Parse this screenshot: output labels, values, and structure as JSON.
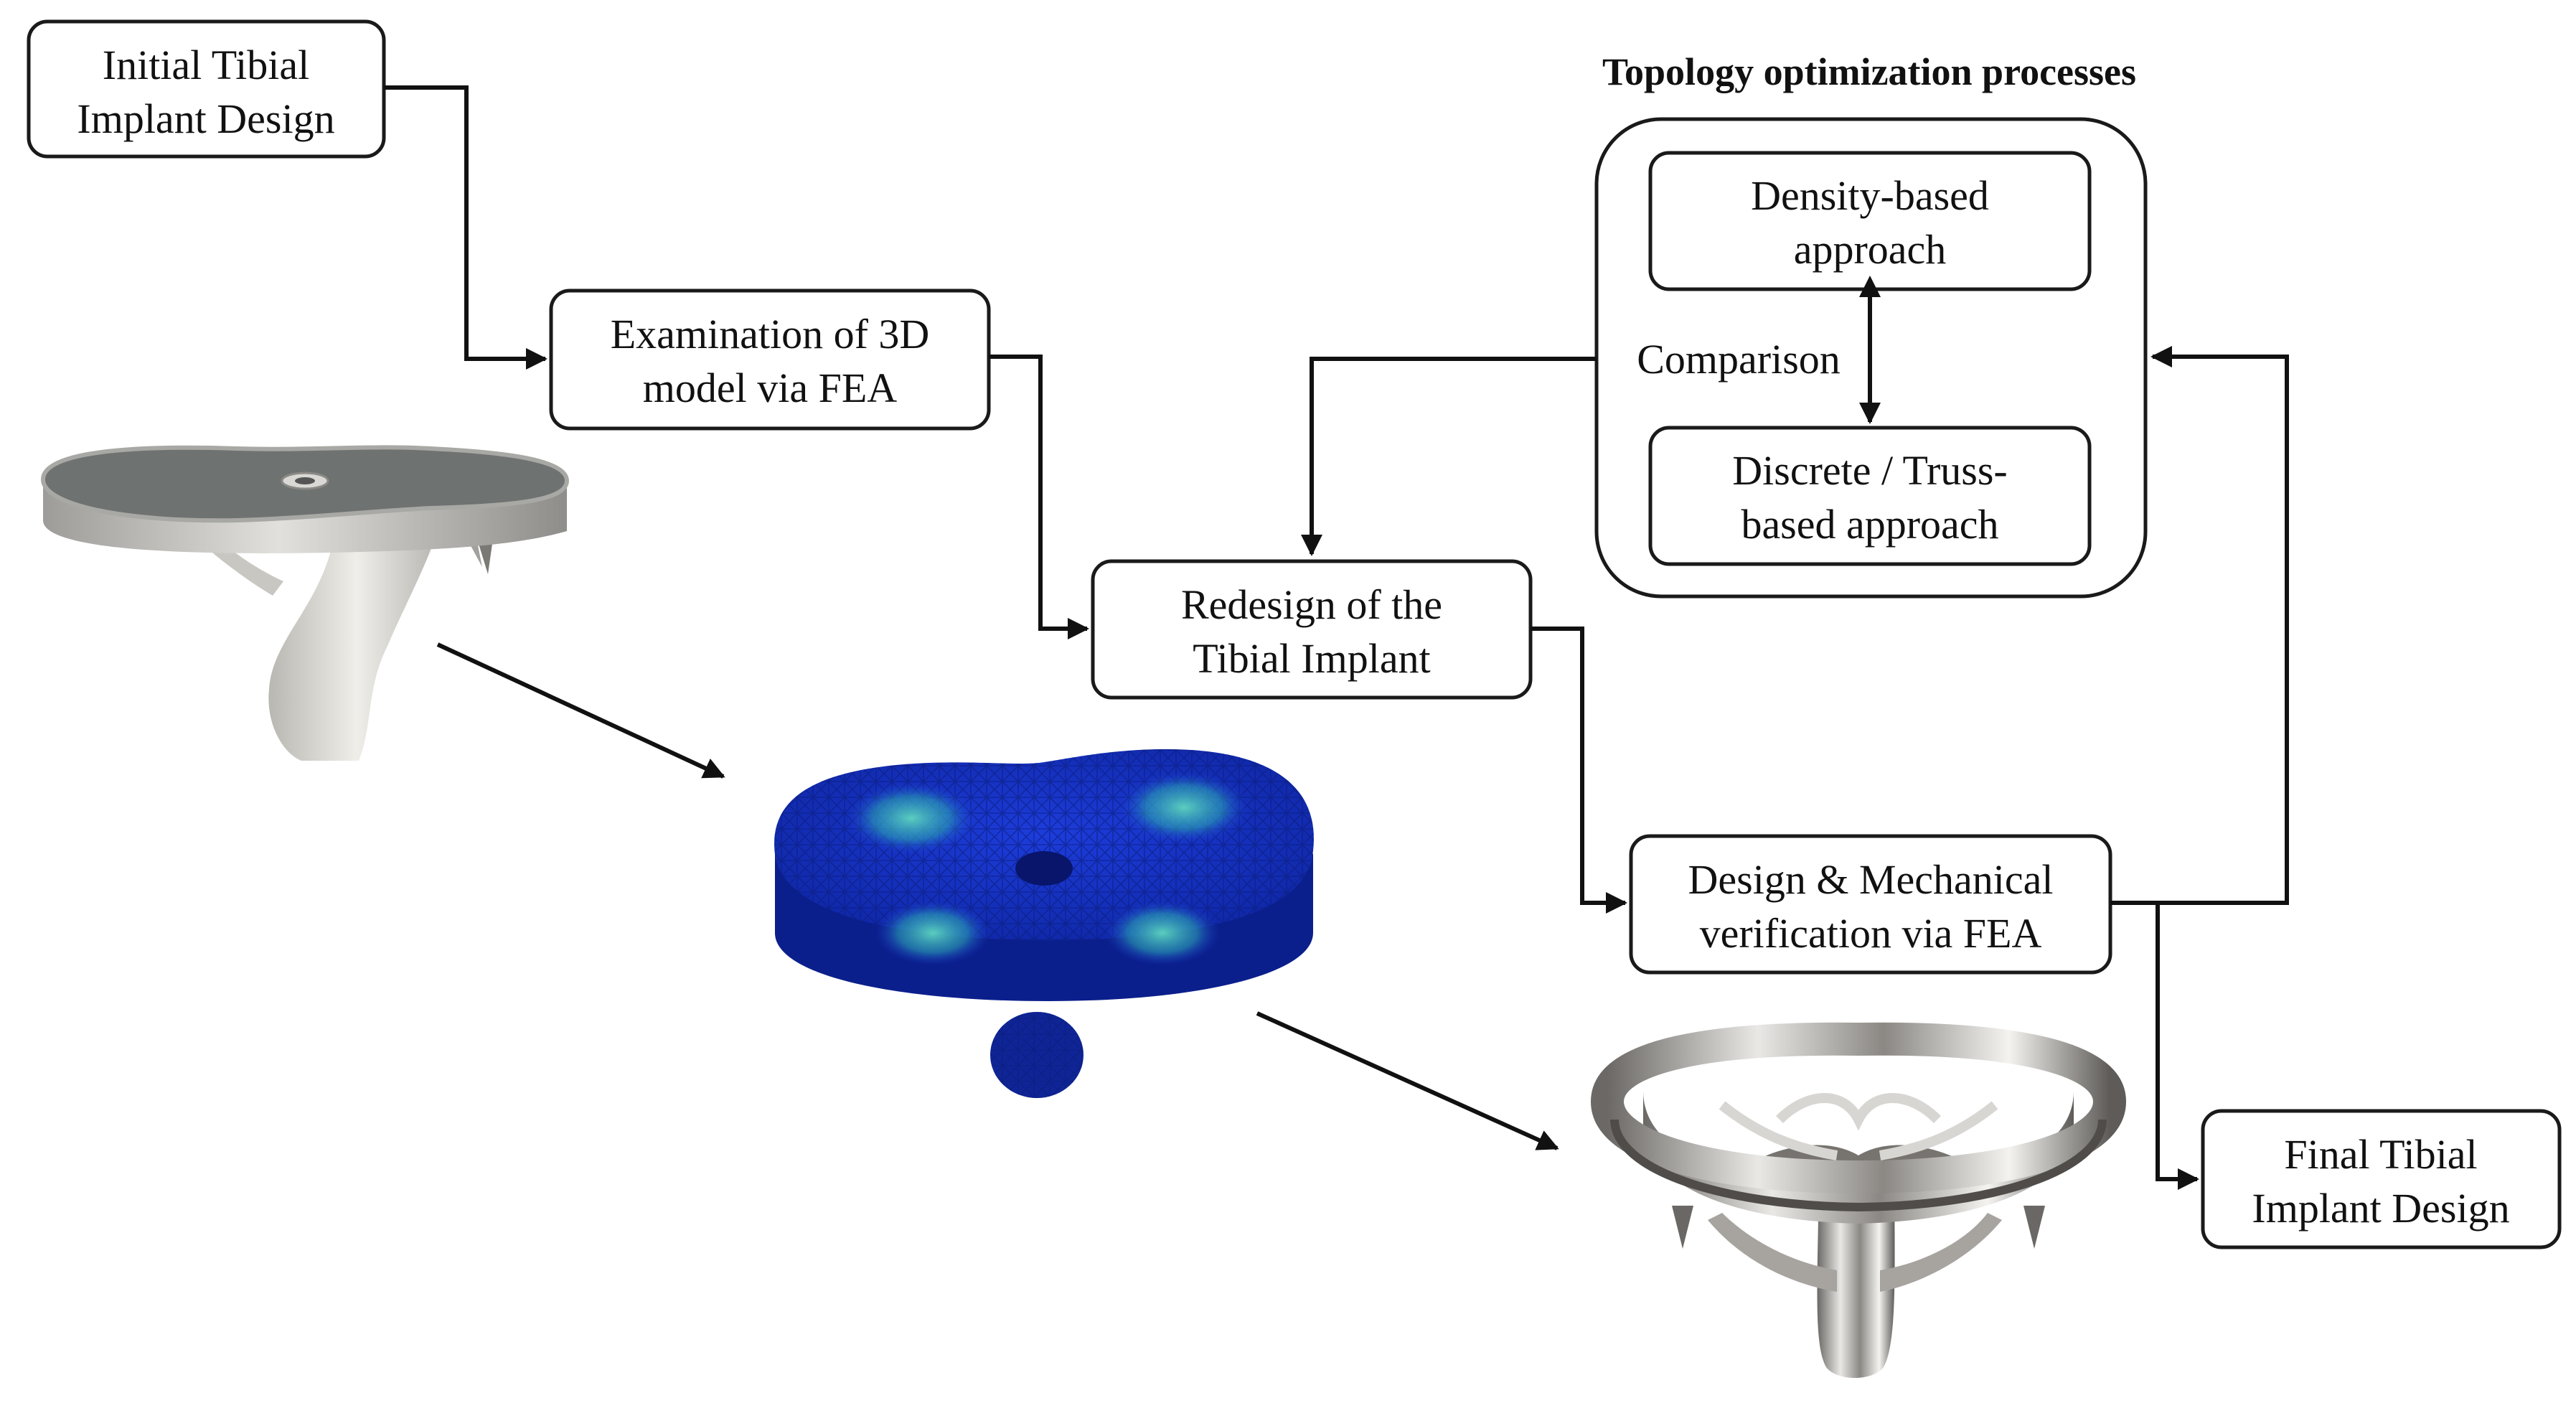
{
  "nodes": {
    "initial": {
      "line1": "Initial Tibial",
      "line2": "Implant Design"
    },
    "examination": {
      "line1": "Examination of 3D",
      "line2": "model via FEA"
    },
    "redesign": {
      "line1": "Redesign of the",
      "line2": "Tibial Implant"
    },
    "density": {
      "line1": "Density-based",
      "line2": "approach"
    },
    "discrete": {
      "line1": "Discrete / Truss-",
      "line2": "based approach"
    },
    "verification": {
      "line1": "Design & Mechanical",
      "line2": "verification via FEA"
    },
    "final": {
      "line1": "Final Tibial",
      "line2": "Implant Design"
    }
  },
  "group": {
    "title": "Topology optimization processes",
    "comparison_label": "Comparison"
  },
  "illustrations": [
    {
      "name": "initial-implant-render",
      "colors": {
        "tray": "#b9b9b6",
        "top": "#6f7372",
        "stem": "#dcdad5"
      }
    },
    {
      "name": "fea-mesh-render",
      "colors": {
        "mesh": "#1431c8",
        "stress": "#3fc2b0",
        "shadow": "#0a1d7a"
      }
    },
    {
      "name": "optimized-implant-render",
      "colors": {
        "metal": "#c9c6c2",
        "dark": "#55524f",
        "highlight": "#f3f2ef"
      }
    }
  ]
}
